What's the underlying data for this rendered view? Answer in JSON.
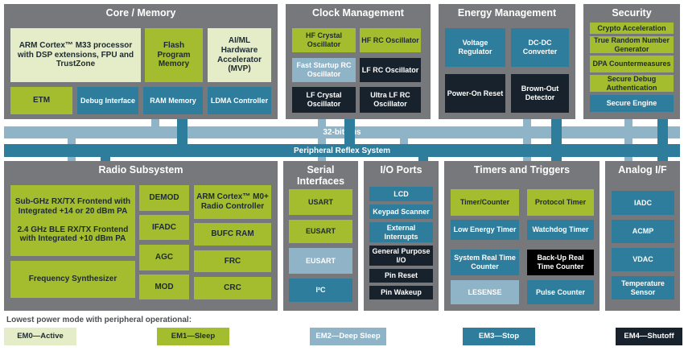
{
  "palette": {
    "panel_gray": "#77787b",
    "em0_active": "#e4edc8",
    "em1_sleep": "#a4bd2e",
    "em2_deep_sleep": "#8fb3c7",
    "em3_stop": "#2e7d9c",
    "em4_shutoff": "#18222c",
    "em4_black_variant": "#000000",
    "bus_light": "#8fb3c7",
    "bus_dark": "#2e7d9c"
  },
  "buses": {
    "bus32": "32-bit bus",
    "prs": "Peripheral Reflex System"
  },
  "sections": {
    "core_memory": {
      "title": "Core / Memory",
      "blocks": [
        {
          "label": "ARM Cortex™ M33 processor with DSP extensions, FPU and TrustZone",
          "mode": "EM0"
        },
        {
          "label": "Flash Program Memory",
          "mode": "EM1"
        },
        {
          "label": "AI/ML Hardware Accelerator (MVP)",
          "mode": "EM0"
        },
        {
          "label": "ETM",
          "mode": "EM1"
        },
        {
          "label": "Debug Interface",
          "mode": "EM3"
        },
        {
          "label": "RAM Memory",
          "mode": "EM3"
        },
        {
          "label": "LDMA Controller",
          "mode": "EM3"
        }
      ]
    },
    "clock_management": {
      "title": "Clock Management",
      "blocks": [
        {
          "label": "HF Crystal Oscillator",
          "mode": "EM1"
        },
        {
          "label": "HF RC Oscillator",
          "mode": "EM1"
        },
        {
          "label": "Fast Startup RC Oscillator",
          "mode": "EM2"
        },
        {
          "label": "LF RC Oscillator",
          "mode": "EM4"
        },
        {
          "label": "LF Crystal Oscillator",
          "mode": "EM4"
        },
        {
          "label": "Ultra LF RC Oscillator",
          "mode": "EM4"
        }
      ]
    },
    "energy_management": {
      "title": "Energy Management",
      "blocks": [
        {
          "label": "Voltage Regulator",
          "mode": "EM3"
        },
        {
          "label": "DC-DC Converter",
          "mode": "EM3"
        },
        {
          "label": "Power-On Reset",
          "mode": "EM4"
        },
        {
          "label": "Brown-Out Detector",
          "mode": "EM4"
        }
      ]
    },
    "security": {
      "title": "Security",
      "blocks": [
        {
          "label": "Crypto Acceleration",
          "mode": "EM1"
        },
        {
          "label": "True Random Number Generator",
          "mode": "EM1"
        },
        {
          "label": "DPA Countermeasures",
          "mode": "EM1"
        },
        {
          "label": "Secure Debug Authentication",
          "mode": "EM1"
        },
        {
          "label": "Secure Engine",
          "mode": "EM3"
        }
      ]
    },
    "radio_subsystem": {
      "title": "Radio Subsystem",
      "frontend": {
        "mode": "EM1",
        "lines": [
          "Sub-GHz RX/TX Frontend with Integrated +14 or 20 dBm PA",
          "2.4 GHz BLE RX/TX Frontend with Integrated +10 dBm PA"
        ]
      },
      "blocks": [
        {
          "label": "Frequency Synthesizer",
          "mode": "EM1"
        },
        {
          "label": "DEMOD",
          "mode": "EM1"
        },
        {
          "label": "IFADC",
          "mode": "EM1"
        },
        {
          "label": "AGC",
          "mode": "EM1"
        },
        {
          "label": "MOD",
          "mode": "EM1"
        },
        {
          "label": "ARM Cortex™ M0+ Radio Controller",
          "mode": "EM1"
        },
        {
          "label": "BUFC RAM",
          "mode": "EM1"
        },
        {
          "label": "FRC",
          "mode": "EM1"
        },
        {
          "label": "CRC",
          "mode": "EM1"
        }
      ]
    },
    "serial_interfaces": {
      "title": "Serial Interfaces",
      "blocks": [
        {
          "label": "USART",
          "mode": "EM1"
        },
        {
          "label": "EUSART",
          "mode": "EM1"
        },
        {
          "label": "EUSART",
          "mode": "EM2"
        },
        {
          "label": "I²C",
          "mode": "EM3"
        }
      ]
    },
    "io_ports": {
      "title": "I/O Ports",
      "blocks": [
        {
          "label": "LCD",
          "mode": "EM3"
        },
        {
          "label": "Keypad Scanner",
          "mode": "EM3"
        },
        {
          "label": "External Interrupts",
          "mode": "EM3"
        },
        {
          "label": "General Purpose I/O",
          "mode": "EM4"
        },
        {
          "label": "Pin Reset",
          "mode": "EM4"
        },
        {
          "label": "Pin Wakeup",
          "mode": "EM4"
        }
      ]
    },
    "timers_triggers": {
      "title": "Timers and Triggers",
      "blocks": [
        {
          "label": "Timer/Counter",
          "mode": "EM1"
        },
        {
          "label": "Protocol Timer",
          "mode": "EM1"
        },
        {
          "label": "Low Energy Timer",
          "mode": "EM3"
        },
        {
          "label": "Watchdog Timer",
          "mode": "EM3"
        },
        {
          "label": "System Real Time Counter",
          "mode": "EM3"
        },
        {
          "label": "Back-Up Real Time Counter",
          "mode": "EM4"
        },
        {
          "label": "LESENSE",
          "mode": "EM2"
        },
        {
          "label": "Pulse Counter",
          "mode": "EM3"
        }
      ]
    },
    "analog_if": {
      "title": "Analog I/F",
      "blocks": [
        {
          "label": "IADC",
          "mode": "EM3"
        },
        {
          "label": "ACMP",
          "mode": "EM3"
        },
        {
          "label": "VDAC",
          "mode": "EM3"
        },
        {
          "label": "Temperature Sensor",
          "mode": "EM3"
        }
      ]
    }
  },
  "legend": {
    "caption": "Lowest power mode with peripheral operational:",
    "items": [
      {
        "label": "EM0—Active",
        "mode": "EM0"
      },
      {
        "label": "EM1—Sleep",
        "mode": "EM1"
      },
      {
        "label": "EM2—Deep Sleep",
        "mode": "EM2"
      },
      {
        "label": "EM3—Stop",
        "mode": "EM3"
      },
      {
        "label": "EM4—Shutoff",
        "mode": "EM4"
      }
    ]
  }
}
